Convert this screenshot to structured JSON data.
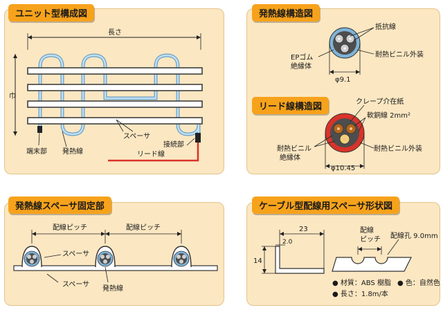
{
  "panels": {
    "unit": {
      "title": "ユニット型構成図",
      "length": "長さ",
      "width": "巾",
      "spacer": "スペーサ",
      "terminal": "端末部",
      "heating_wire": "発熱線",
      "connector": "接続部",
      "lead_wire": "リード線"
    },
    "heating_structure": {
      "title": "発熱線構造図",
      "resistance_wire": "抵抗線",
      "ep_rubber": "EPゴム",
      "insulator": "絶縁体",
      "vinyl_sheath": "耐熱ビニル外装",
      "diameter": "φ9.1"
    },
    "lead_structure": {
      "title": "リード線構造図",
      "crepe_paper": "クレープ介在紙",
      "soft_copper": "軟銅線 2mm²",
      "vinyl_insulator_1": "耐熱ビニル",
      "vinyl_insulator_2": "絶縁体",
      "vinyl_sheath": "耐熱ビニル外装",
      "diameter": "φ10.45"
    },
    "spacer_fixing": {
      "title": "発熱線スペーサ固定部",
      "pitch_1": "配線ピッチ",
      "pitch_2": "配線ピッチ",
      "spacer_1": "スペーサ",
      "spacer_2": "スペーサ",
      "heating_wire": "発熱線"
    },
    "cable_spacer": {
      "title": "ケーブル型配線用スペーサ形状図",
      "dim_23": "23",
      "dim_20": "2.0",
      "dim_14": "14",
      "pitch_1": "配線",
      "pitch_2": "ピッチ",
      "hole": "配線孔 9.0mm",
      "material": "● 材質：ABS 樹脂",
      "color": "● 色：自然色",
      "length": "● 長さ：1.8m/本"
    }
  },
  "colors": {
    "panel_bg": "#fbe7c2",
    "title_bg": "#f7a21b",
    "wire_blue": "#8fbfe0",
    "lead_red": "#d9332a"
  }
}
